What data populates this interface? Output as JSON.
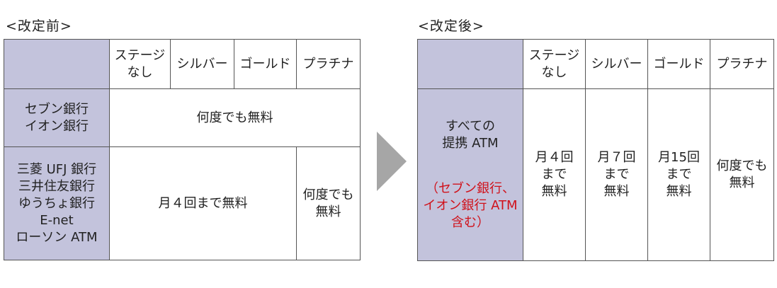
{
  "before": {
    "caption": "<改定前>",
    "columns": [
      "ステージ\nなし",
      "シルバー",
      "ゴールド",
      "プラチナ"
    ],
    "rows": [
      {
        "label": "セブン銀行\nイオン銀行",
        "value": "何度でも無料"
      },
      {
        "label": "三菱 UFJ 銀行\n三井住友銀行\nゆうちょ銀行\nE-net\nローソン ATM",
        "value": "月４回まで無料",
        "value_platinum": "何度でも\n無料"
      }
    ]
  },
  "after": {
    "caption": "<改定後>",
    "columns": [
      "ステージ\nなし",
      "シルバー",
      "ゴールド",
      "プラチナ"
    ],
    "row_label": "すべての\n提携 ATM",
    "row_note": "（セブン銀行、\nイオン銀行 ATM\n含む）",
    "values": [
      "月４回\nまで\n無料",
      "月７回\nまで\n無料",
      "月15回\nまで\n無料",
      "何度でも\n無料"
    ]
  },
  "colors": {
    "header_bg": "#c3c3dc",
    "note_red": "#d0121b",
    "arrow": "#a6a6a6"
  }
}
